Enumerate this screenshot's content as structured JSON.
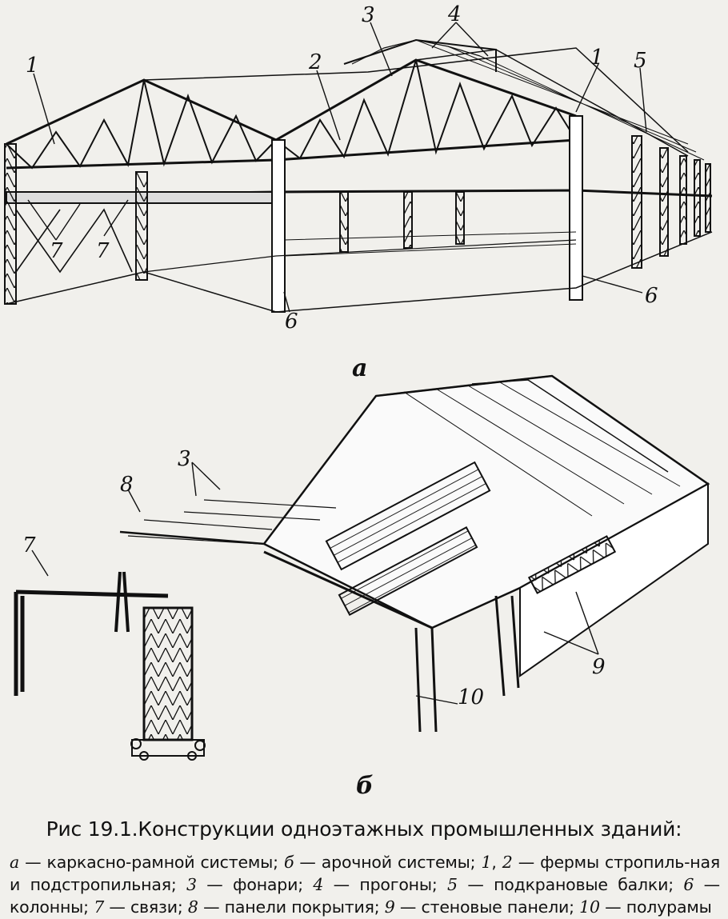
{
  "figure": {
    "labels": {
      "l1a": "1",
      "l1b": "1",
      "l2": "2",
      "l3a": "3",
      "l3b": "3",
      "l4": "4",
      "l5": "5",
      "l6a": "6",
      "l6b": "6",
      "l7a": "7",
      "l7b": "7",
      "l7c": "7",
      "l8": "8",
      "l9": "9",
      "l10": "10"
    },
    "sub_a": "а",
    "sub_b": "б"
  },
  "caption": {
    "prefix": "Рис 19.1.",
    "title": "Конструкции одноэтажных промышленных зданий:"
  },
  "legend": [
    {
      "key": "а",
      "text": " — каркасно-рамной системы; "
    },
    {
      "key": "б",
      "text": " — арочной системы; "
    },
    {
      "key": "1",
      "text": ", "
    },
    {
      "key": "2",
      "text": " — фермы стропиль-ная и подстропильная; "
    },
    {
      "key": "3",
      "text": " — фонари; "
    },
    {
      "key": "4",
      "text": " — прогоны; "
    },
    {
      "key": "5",
      "text": " — подкрановые балки; "
    },
    {
      "key": "6",
      "text": " — колонны; "
    },
    {
      "key": "7",
      "text": " — связи; "
    },
    {
      "key": "8",
      "text": " — панели покрытия; "
    },
    {
      "key": "9",
      "text": " — стеновые панели; "
    },
    {
      "key": "10",
      "text": " — полурамы"
    }
  ]
}
